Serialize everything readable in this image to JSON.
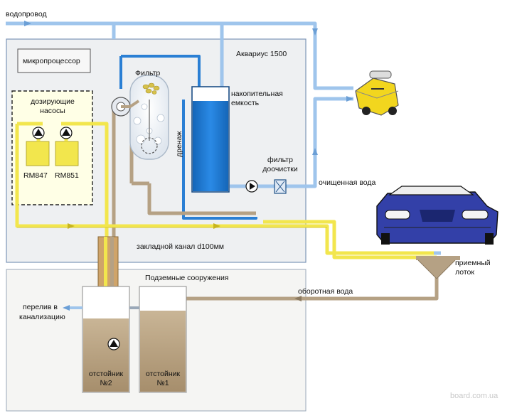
{
  "labels": {
    "water_supply": "водопровод",
    "microprocessor": "микропроцессор",
    "system_name": "Аквариус 1500",
    "dosing_pumps": [
      "дозирующие",
      "насосы"
    ],
    "pump_1": "RM847",
    "pump_2": "RM851",
    "filter": "Фильтр",
    "storage_tank": [
      "накопительная",
      "емкость"
    ],
    "drainage": "дренаж",
    "fine_filter": [
      "фильтр",
      "доочистки"
    ],
    "clean_water": "очищенная вода",
    "embedded_channel": "закладной канал d100мм",
    "collecting_tray": [
      "приемный",
      "лоток"
    ],
    "underground": "Подземные сооружения",
    "overflow": [
      "перелив в",
      "канализацию"
    ],
    "recycled_water": "оборотная вода",
    "settler_2": [
      "отстойник",
      "№2"
    ],
    "settler_1": [
      "отстойник",
      "№1"
    ],
    "watermark": "board.com.ua"
  },
  "colors": {
    "water_line": "#9fc5ec",
    "blue_line": "#2a7fd4",
    "tank_water": "#1b7fd8",
    "yellow_line": "#f2e64d",
    "brown_line": "#b5a184",
    "panel_bg": "#eef0f2",
    "panel_border": "#7c95b8",
    "sediment": "#bea98a",
    "car_body": "#3340a8"
  }
}
